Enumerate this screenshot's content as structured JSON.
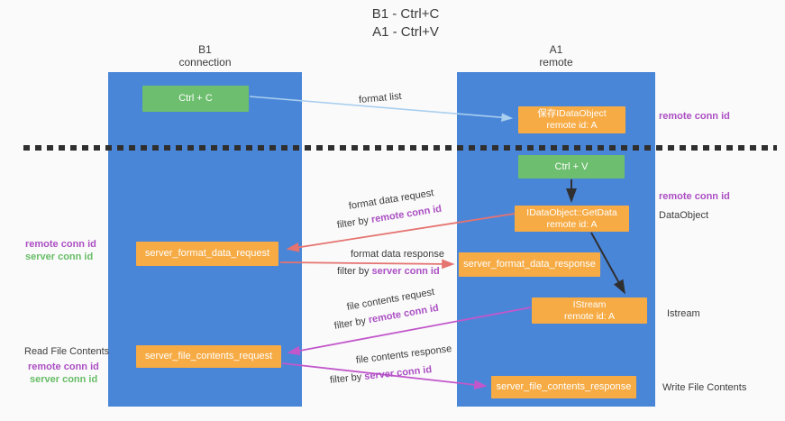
{
  "title": {
    "line1": "B1 - Ctrl+C",
    "line2": "A1 - Ctrl+V"
  },
  "columns": {
    "left": {
      "name": "B1",
      "subtitle": "connection"
    },
    "right": {
      "name": "A1",
      "subtitle": "remote"
    }
  },
  "nodes": {
    "ctrl_c": {
      "label": "Ctrl + C"
    },
    "saved_dataobject": {
      "line1": "保存IDataObject",
      "line2": "remote id: A"
    },
    "ctrl_v": {
      "label": "Ctrl + V"
    },
    "getdata": {
      "line1": "IDataObject::GetData",
      "line2": "remote id: A"
    },
    "server_format_data_request": {
      "label": "server_format_data_request"
    },
    "server_format_data_response": {
      "label": "server_format_data_response"
    },
    "istream": {
      "line1": "IStream",
      "line2": "remote id: A"
    },
    "server_file_contents_request": {
      "label": "server_file_contents_request"
    },
    "server_file_contents_response": {
      "label": "server_file_contents_response"
    }
  },
  "labels": {
    "format_list": "format list",
    "format_data_request": "format data request",
    "format_data_response": "format data response",
    "file_contents_request": "file contents request",
    "file_contents_response": "file contents response",
    "filter_by": "filter by ",
    "remote_conn_id": "remote conn id",
    "server_conn_id": "server conn id",
    "dataobject": "DataObject",
    "istream": "Istream",
    "read_file_contents": "Read File Contents",
    "write_file_contents": "Write File Contents"
  },
  "colors": {
    "column_blue": "#4a86d8",
    "box_green": "#6dbe6e",
    "box_orange": "#f6ab45",
    "arrow_light_blue": "#a9cfef",
    "arrow_red": "#e5736f",
    "arrow_magenta": "#c257cb",
    "arrow_black": "#2f2f2f",
    "text_purple": "#ab4fc3",
    "text_green": "#67bd67",
    "text_dark": "#3c3c3c",
    "background": "#fafafa"
  }
}
